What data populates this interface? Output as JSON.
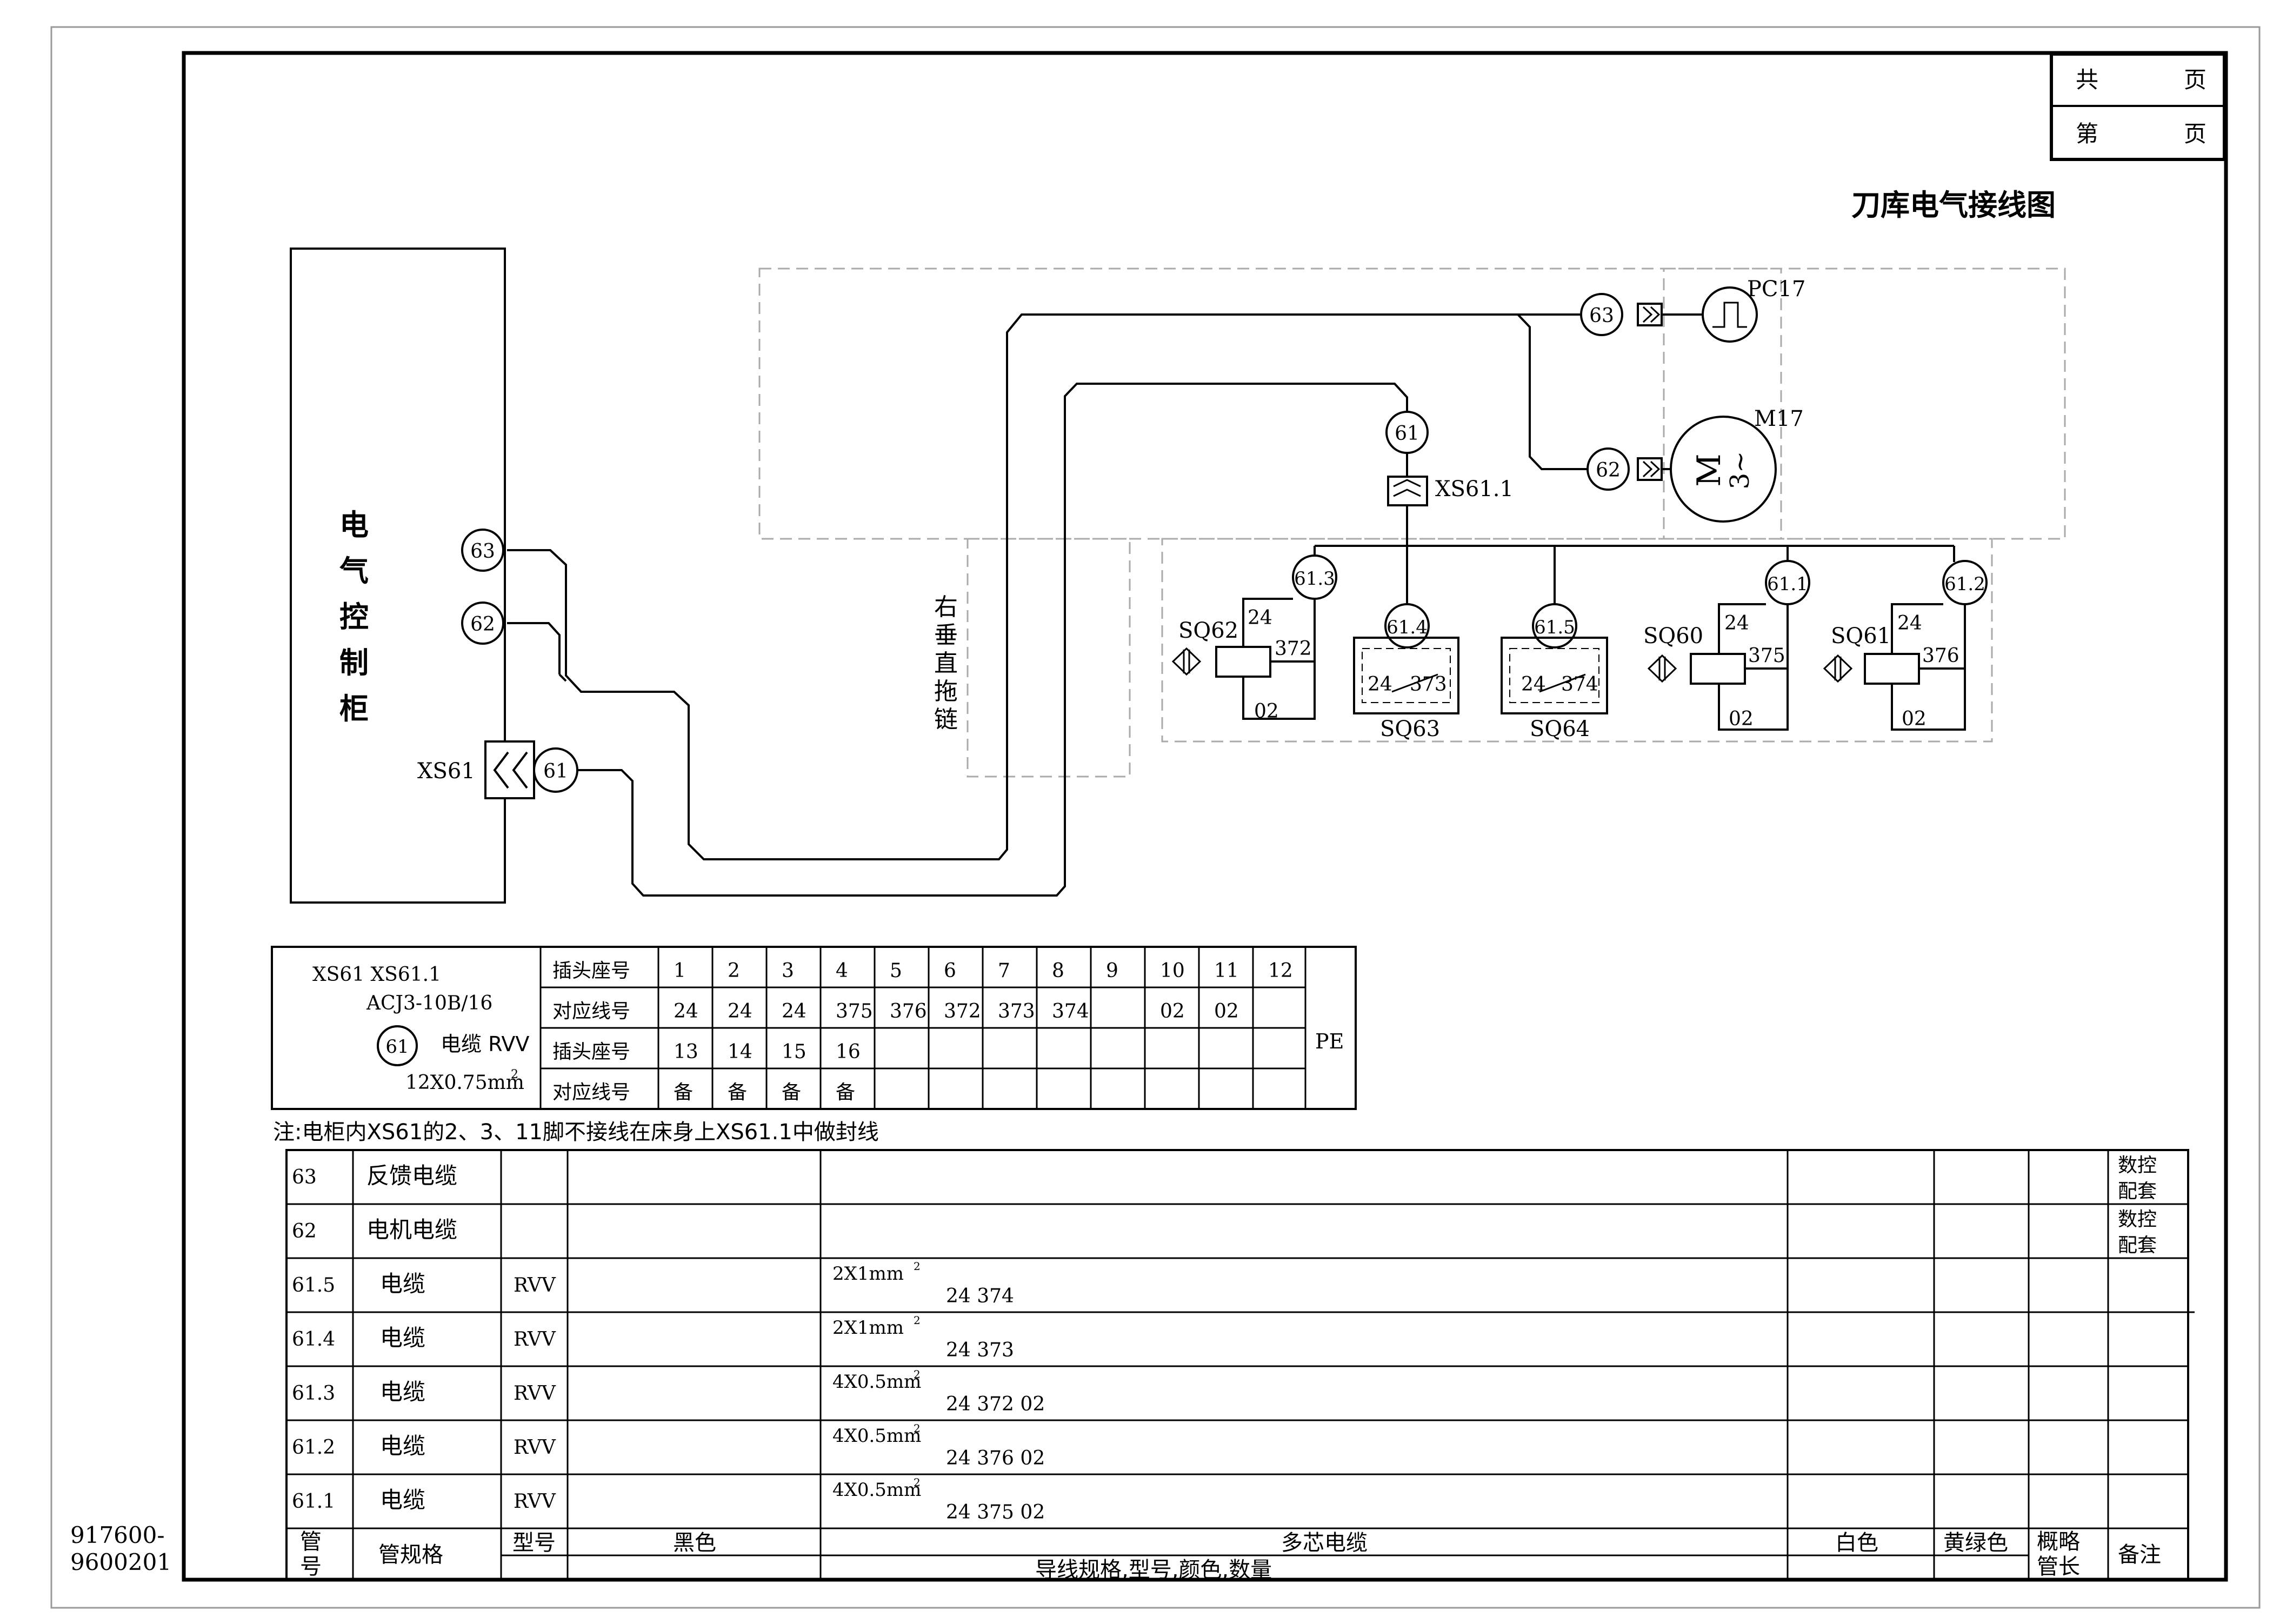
{
  "title_block": {
    "total_label": "共",
    "sheet_label": "第",
    "page_unit": "页",
    "page_unit_2": "页"
  },
  "drawing_title": "刀库电气接线图",
  "drawing_number": [
    "917600-",
    "9600201"
  ],
  "cabinet": {
    "label_chars": [
      "电",
      "气",
      "控",
      "制",
      "柜"
    ],
    "connector_label": "XS61"
  },
  "drag_chain_chars": [
    "右",
    "垂",
    "直",
    "拖",
    "链"
  ],
  "bubbles": {
    "c63": "63",
    "c62": "62",
    "c61": "61",
    "r63": "63",
    "r62": "62",
    "r61": "61",
    "b613": "61.3",
    "b614": "61.4",
    "b615": "61.5",
    "b611": "61.1",
    "b612": "61.2"
  },
  "devices": {
    "encoder": "PC17",
    "motor": "M17",
    "motor_symbol": "M",
    "motor_phase": "3~",
    "connector_xs611": "XS61.1"
  },
  "switches": [
    {
      "name": "SQ62",
      "top": "24",
      "side": "372",
      "bottom": "02"
    },
    {
      "name": "SQ63",
      "left": "24",
      "right": "373"
    },
    {
      "name": "SQ64",
      "left": "24",
      "right": "374"
    },
    {
      "name": "SQ60",
      "top": "24",
      "side": "375",
      "bottom": "02"
    },
    {
      "name": "SQ61",
      "top": "24",
      "side": "376",
      "bottom": "02"
    }
  ],
  "pin_table": {
    "header": [
      "XS61 XS61.1",
      "ACJ3-10B/16",
      "61",
      "电缆 RVV",
      "12X0.75mm",
      "2"
    ],
    "row_labels": [
      "插头座号",
      "对应线号",
      "插头座号",
      "对应线号"
    ],
    "pins_1": [
      "1",
      "2",
      "3",
      "4",
      "5",
      "6",
      "7",
      "8",
      "9",
      "10",
      "11",
      "12"
    ],
    "wires_1": [
      "24",
      "24",
      "24",
      "375",
      "376",
      "372",
      "373",
      "374",
      "",
      "02",
      "02",
      ""
    ],
    "pins_2": [
      "13",
      "14",
      "15",
      "16",
      "",
      "",
      "",
      "",
      "",
      "",
      "",
      ""
    ],
    "wires_2": [
      "备",
      "备",
      "备",
      "备",
      "",
      "",
      "",
      "",
      "",
      "",
      "",
      ""
    ],
    "pe": "PE"
  },
  "note": "注:电柜内XS61的2、3、11脚不接线在床身上XS61.1中做封线",
  "cable_table": {
    "rows": [
      {
        "no": "63",
        "name": "反馈电缆",
        "type": "",
        "spec": "",
        "wires": "",
        "remark": [
          "数控",
          "配套"
        ]
      },
      {
        "no": "62",
        "name": "电机电缆",
        "type": "",
        "spec": "",
        "wires": "",
        "remark": [
          "数控",
          "配套"
        ]
      },
      {
        "no": "61.5",
        "name": "电缆",
        "type": "RVV",
        "spec": "2X1mm",
        "sup": "2",
        "wires": "24 374",
        "remark": [
          "",
          ""
        ]
      },
      {
        "no": "61.4",
        "name": "电缆",
        "type": "RVV",
        "spec": "2X1mm",
        "sup": "2",
        "wires": "24 373",
        "remark": [
          "",
          ""
        ]
      },
      {
        "no": "61.3",
        "name": "电缆",
        "type": "RVV",
        "spec": "4X0.5mm",
        "sup": "2",
        "wires": "24 372 02",
        "remark": [
          "",
          ""
        ]
      },
      {
        "no": "61.2",
        "name": "电缆",
        "type": "RVV",
        "spec": "4X0.5mm",
        "sup": "2",
        "wires": "24 376 02",
        "remark": [
          "",
          ""
        ]
      },
      {
        "no": "61.1",
        "name": "电缆",
        "type": "RVV",
        "spec": "4X0.5mm",
        "sup": "2",
        "wires": "24 375 02",
        "remark": [
          "",
          ""
        ]
      }
    ],
    "footer": {
      "pipe_no": [
        "管",
        "号"
      ],
      "pipe_spec": "管规格",
      "model": "型号",
      "black": "黑色",
      "multicore": "多芯电缆",
      "white": "白色",
      "yellow_green": "黄绿色",
      "length": [
        "概略",
        "管长"
      ],
      "remark": "备注",
      "wire_spec": "导线规格,型号,颜色,数量"
    }
  }
}
